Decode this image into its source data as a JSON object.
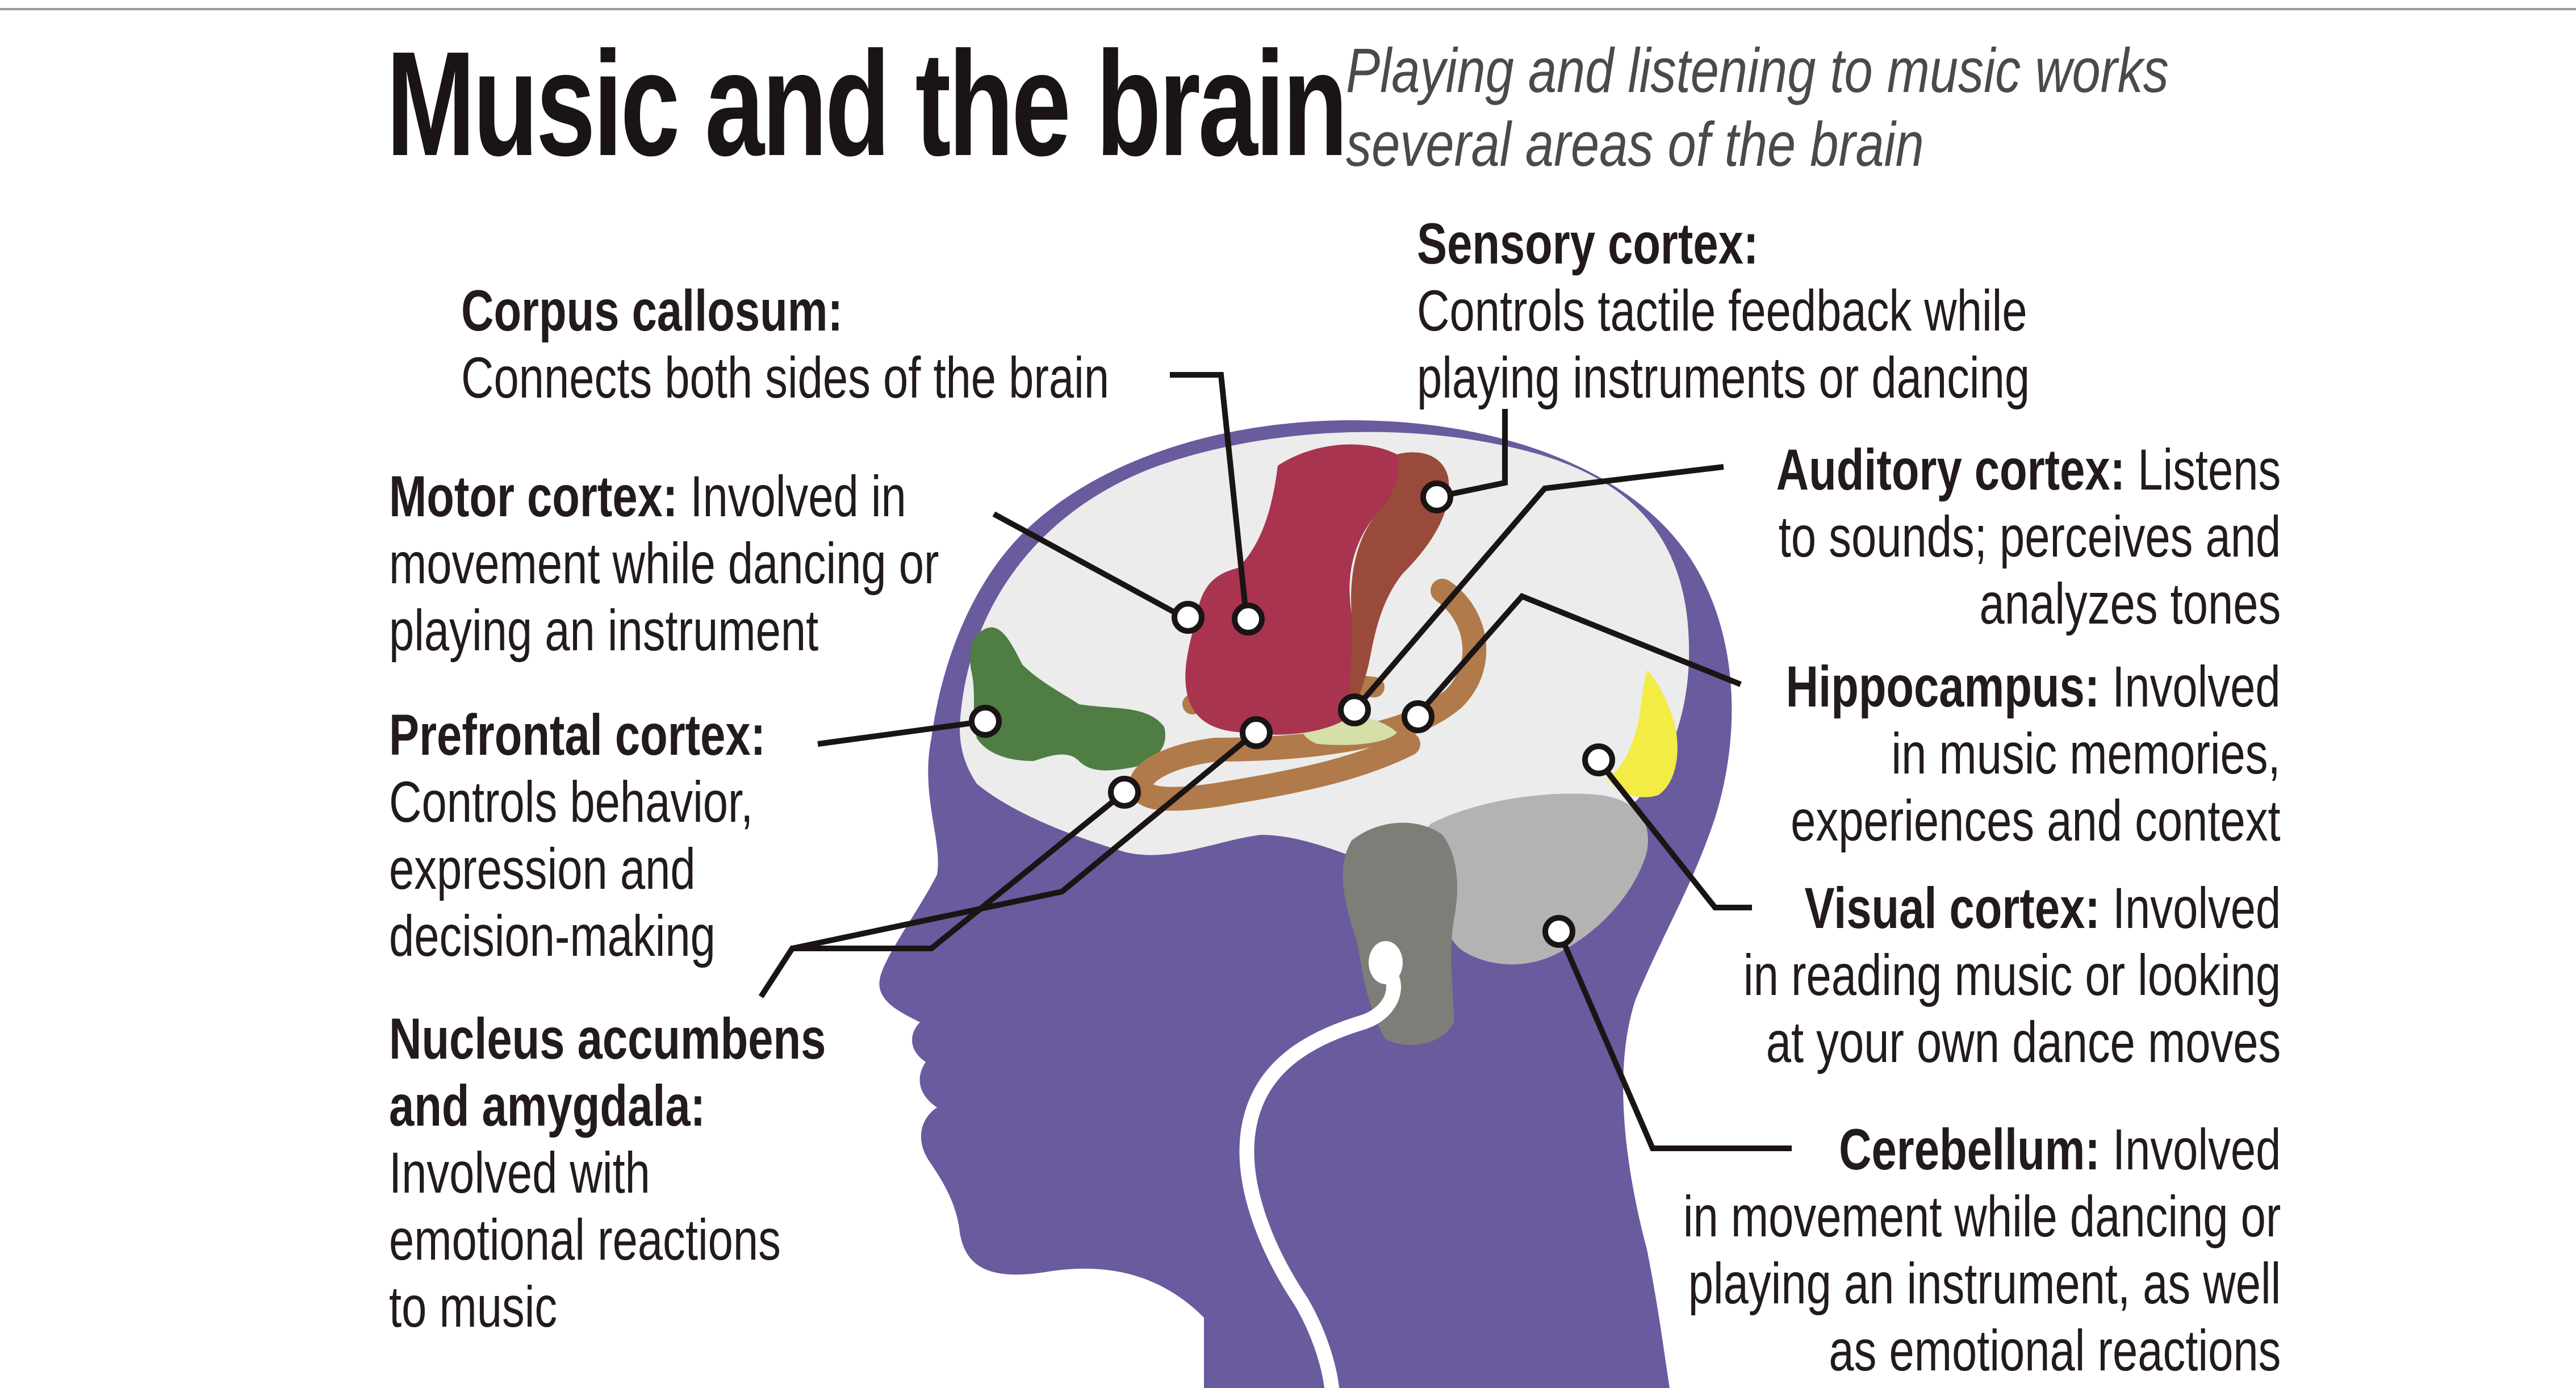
{
  "title": "Music and the brain",
  "subtitle": [
    "Playing and listening to music works",
    "several areas of the brain"
  ],
  "colors": {
    "head": "#6a5a9e",
    "brain": "#ececec",
    "prefrontal": "#4f7d44",
    "motor": "#a8344f",
    "sensory": "#9a4a3a",
    "auditory": "#b07a4a",
    "hippocampus": "#d4e0a8",
    "visual": "#f2ec45",
    "cerebellum": "#b3b3b3",
    "brainstem": "#7e7e78",
    "leader": "#1a1414",
    "earbud_cord": "#ffffff"
  },
  "labels": {
    "corpus": {
      "name": "Corpus callosum:",
      "text": [
        "Connects both sides of the brain"
      ]
    },
    "motor": {
      "name": "Motor cortex:",
      "first": "Involved in",
      "text": [
        "movement while dancing or",
        "playing an instrument"
      ]
    },
    "prefrontal": {
      "name": "Prefrontal cortex:",
      "text": [
        "Controls behavior,",
        "expression and",
        "decision-making"
      ]
    },
    "nucleus": {
      "name": [
        "Nucleus accumbens",
        "and amygdala:"
      ],
      "text": [
        "Involved with",
        "emotional reactions",
        "to music"
      ]
    },
    "sensory": {
      "name": "Sensory cortex:",
      "text": [
        "Controls tactile feedback while",
        "playing instruments or dancing"
      ]
    },
    "auditory": {
      "name": "Auditory cortex:",
      "first": "Listens",
      "text": [
        "to sounds; perceives and",
        "analyzes tones"
      ]
    },
    "hippocampus": {
      "name": "Hippocampus:",
      "first": "Involved",
      "text": [
        "in music memories,",
        "experiences and context"
      ]
    },
    "visual": {
      "name": "Visual cortex:",
      "first": "Involved",
      "text": [
        "in reading music or looking",
        "at your own dance moves"
      ]
    },
    "cerebellum": {
      "name": "Cerebellum:",
      "first": "Involved",
      "text": [
        "in movement while dancing or",
        "playing an instrument, as well",
        "as emotional reactions"
      ]
    }
  }
}
